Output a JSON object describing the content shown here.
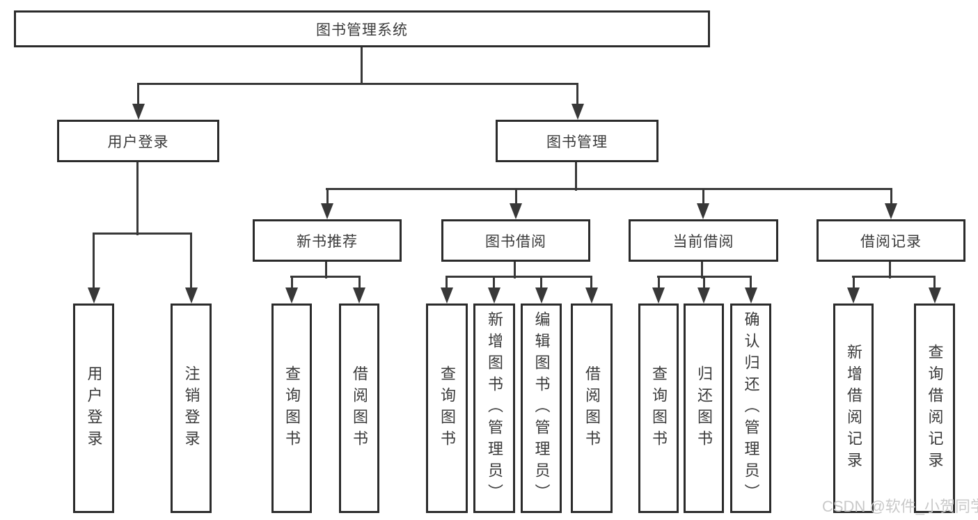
{
  "tree": {
    "label": "图书管理系统",
    "children": [
      {
        "label": "用户登录",
        "children": [
          {
            "label": "用户登录"
          },
          {
            "label": "注销登录"
          }
        ]
      },
      {
        "label": "图书管理",
        "children": [
          {
            "label": "新书推荐",
            "children": [
              {
                "label": "查询图书"
              },
              {
                "label": "借阅图书"
              }
            ]
          },
          {
            "label": "图书借阅",
            "children": [
              {
                "label": "查询图书"
              },
              {
                "label": "新增图书（管理员）"
              },
              {
                "label": "编辑图书（管理员）"
              },
              {
                "label": "借阅图书"
              }
            ]
          },
          {
            "label": "当前借阅",
            "children": [
              {
                "label": "查询图书"
              },
              {
                "label": "归还图书"
              },
              {
                "label": "确认归还（管理员）"
              }
            ]
          },
          {
            "label": "借阅记录",
            "children": [
              {
                "label": "新增借阅记录"
              },
              {
                "label": "查询借阅记录"
              }
            ]
          }
        ]
      }
    ]
  },
  "watermark": {
    "text": "CSDN @软件_小贺同学"
  },
  "colors": {
    "line": "#383838",
    "box_border": "#2b2b2b",
    "text": "#3a3a3a",
    "watermark": "#c9c9c9",
    "background": "#ffffff"
  }
}
